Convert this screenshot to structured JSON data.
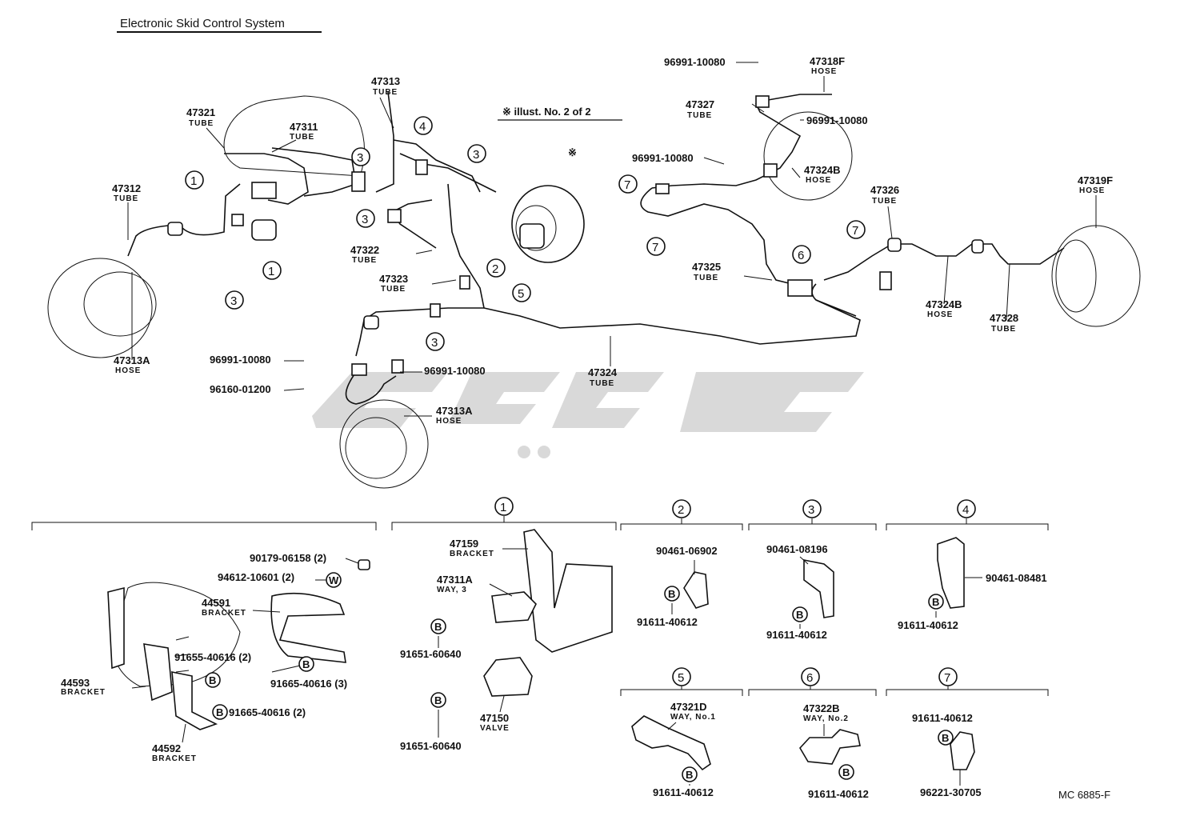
{
  "title": "Electronic Skid Control System",
  "illust_note": "※ illust. No. 2 of 2",
  "asterisk": "※",
  "drawing_code": "MC 6885-F",
  "labels": {
    "p47321": "47321",
    "p47311": "47311",
    "p47312": "47312",
    "p47313": "47313",
    "p47313A_1": "47313A",
    "p47313A_2": "47313A",
    "p47322": "47322",
    "p47323": "47323",
    "p47324": "47324",
    "p47325": "47325",
    "p47326": "47326",
    "p47327": "47327",
    "p47328": "47328",
    "p47318F": "47318F",
    "p47319F": "47319F",
    "p47324B_1": "47324B",
    "p47324B_2": "47324B",
    "c96991_a": "96991-10080",
    "c96991_b": "96991-10080",
    "c96991_c": "96991-10080",
    "c96991_d": "96991-10080",
    "c96991_e": "96991-10080",
    "c96160": "96160-01200",
    "tube": "TUBE",
    "hose": "HOSE"
  },
  "callouts": [
    "1",
    "2",
    "3",
    "4",
    "5",
    "6",
    "7"
  ],
  "details": {
    "g0": {
      "p90179": "90179-06158 (2)",
      "p94612": "94612-10601 (2)",
      "p44591": "44591",
      "bracket": "BRACKET",
      "p91655": "91655-40616 (2)",
      "p91665a": "91665-40616 (3)",
      "p91665b": "91665-40616 (2)",
      "p44593": "44593",
      "p44592": "44592",
      "w": "W",
      "b": "B"
    },
    "g1": {
      "p47159": "47159",
      "bracket": "BRACKET",
      "p47311A": "47311A",
      "way3": "WAY, 3",
      "p91651a": "91651-60640",
      "p91651b": "91651-60640",
      "p47150": "47150",
      "valve": "VALVE",
      "b": "B"
    },
    "g2": {
      "p90461": "90461-06902",
      "p91611": "91611-40612",
      "b": "B"
    },
    "g3": {
      "p90461": "90461-08196",
      "p91611": "91611-40612",
      "b": "B"
    },
    "g4": {
      "p90461": "90461-08481",
      "p91611": "91611-40612",
      "b": "B"
    },
    "g5": {
      "p47321D": "47321D",
      "way": "WAY, No.1",
      "p91611": "91611-40612",
      "b": "B"
    },
    "g6": {
      "p47322B": "47322B",
      "way": "WAY, No.2",
      "p91611": "91611-40612",
      "b": "B"
    },
    "g7": {
      "p91611": "91611-40612",
      "p96221": "96221-30705",
      "b": "B"
    }
  }
}
